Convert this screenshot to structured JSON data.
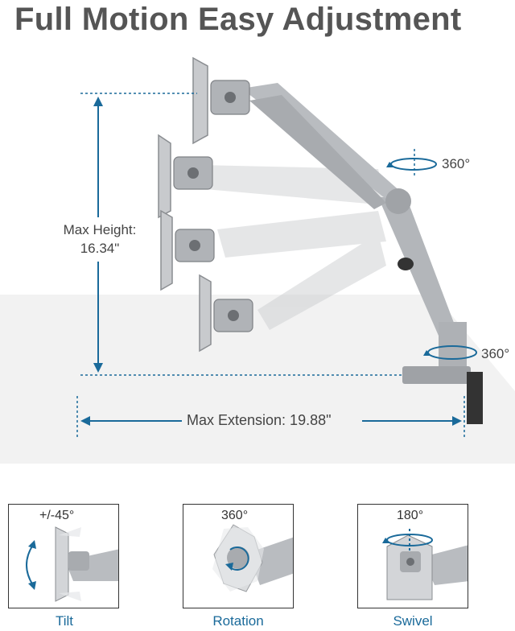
{
  "title": "Full Motion Easy Adjustment",
  "max_height": {
    "label_line1": "Max Height:",
    "label_line2": "16.34\""
  },
  "max_extension": {
    "label": "Max Extension: 19.88\""
  },
  "rotation_labels": {
    "top_pivot": "360°",
    "base_pivot": "360°"
  },
  "panels": [
    {
      "degrees": "+/-45°",
      "caption": "Tilt"
    },
    {
      "degrees": "360°",
      "caption": "Rotation"
    },
    {
      "degrees": "180°",
      "caption": "Swivel"
    }
  ],
  "colors": {
    "accent": "#1a6a9a",
    "arm": "#b9bcc0",
    "desk": "#f2f2f2",
    "title": "#555555"
  },
  "icons": [
    "tilt-arrow-icon",
    "rotation-arrow-icon",
    "swivel-arrow-icon",
    "rotate-360-icon"
  ]
}
